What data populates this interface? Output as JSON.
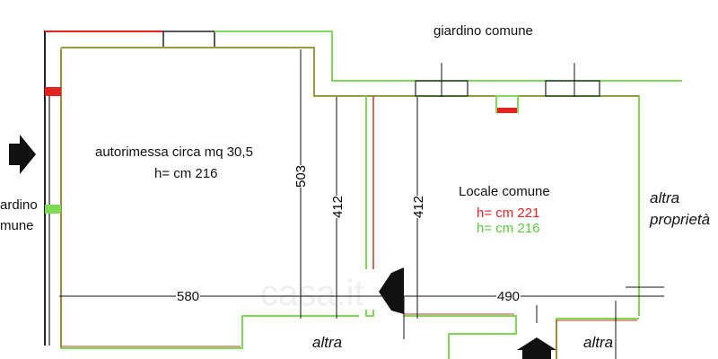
{
  "labels": {
    "garden_top": "giardino comune",
    "garden_left_1": "ardino",
    "garden_left_2": "mune",
    "garage_title": "autorimessa circa mq 30,5",
    "garage_height": "h= cm 216",
    "common_title": "Locale comune",
    "common_height_red": "h= cm 221",
    "common_height_green": "h= cm 216",
    "other_property_1": "altra",
    "other_property_2": "proprietà",
    "other_bottom_1": "altra",
    "other_bottom_2": "altra",
    "watermark": "casa.it"
  },
  "dimensions": {
    "garage_depth": "503",
    "corridor_left": "412",
    "corridor_right": "412",
    "garage_width": "580",
    "common_width": "490"
  },
  "colors": {
    "red": "#e32222",
    "green": "#7ed957",
    "line": "#111111"
  }
}
